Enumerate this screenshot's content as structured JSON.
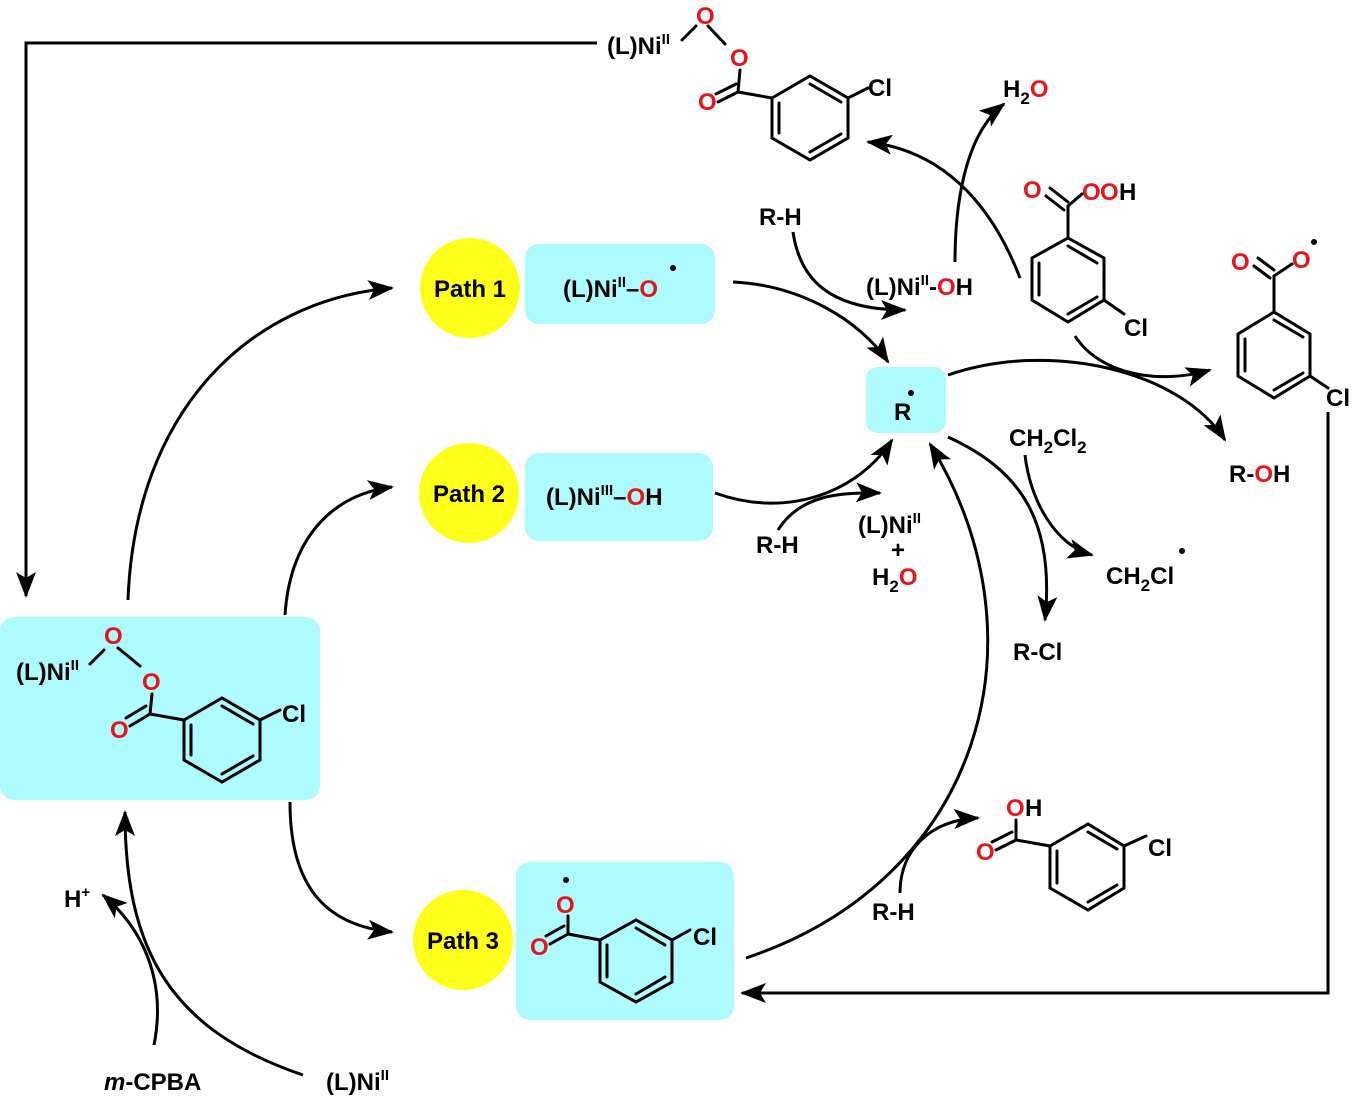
{
  "labels": {
    "path1": "Path 1",
    "path2": "Path 2",
    "path3": "Path 3",
    "ni_L": "(L)Ni",
    "ni_II": "II",
    "ni_III": "III",
    "O": "O",
    "OH": "OH",
    "OOH": "OOH",
    "H": "H",
    "dash": "–",
    "hyphen": "-",
    "Cl": "Cl",
    "R": "R",
    "RH": "R-H",
    "R_dash": "R-",
    "RCl": "R-Cl",
    "plus": "+",
    "H2_H": "H",
    "two": "2",
    "CH": "CH",
    "Cl_2": "Cl",
    "H_plus_H": "H",
    "plus_sup": "+",
    "m": "m",
    "CPBA": "-CPBA"
  },
  "colors": {
    "box": "#aefbfd",
    "path_circle": "#ffff1a",
    "oxygen": "#e8141a",
    "ink": "#000000"
  }
}
